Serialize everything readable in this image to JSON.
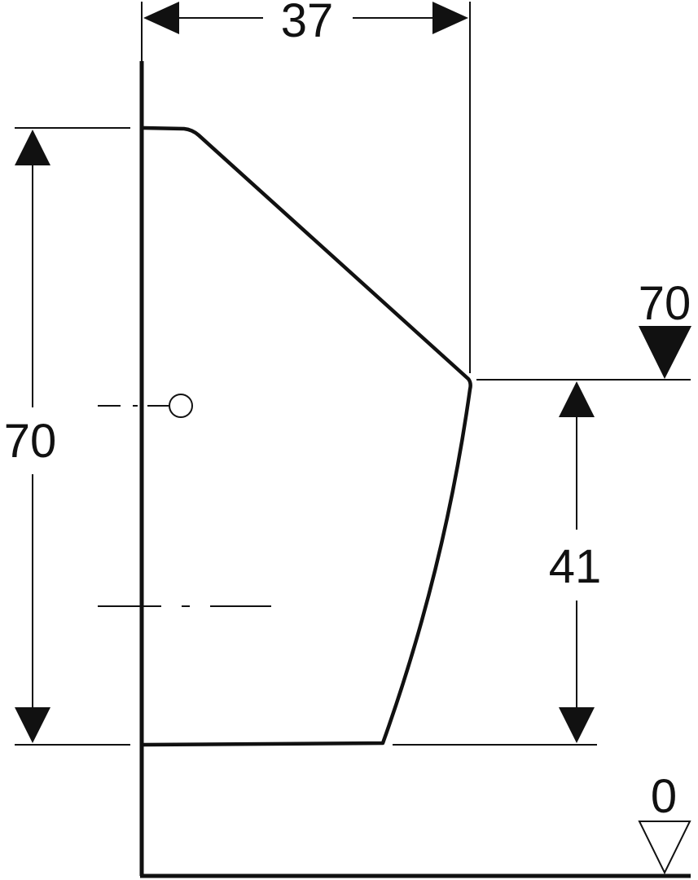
{
  "dimensions": {
    "width_top": "37",
    "height_left": "70",
    "rim_height": "41"
  },
  "levels": {
    "rim_level": "70",
    "floor_level": "0"
  },
  "colors": {
    "ink": "#111111",
    "background": "#ffffff"
  },
  "icons": {
    "level_marker_filled": "filled-down-triangle",
    "level_marker_open": "open-down-triangle",
    "arrow": "filled-arrowhead",
    "center_mark": "circle"
  }
}
